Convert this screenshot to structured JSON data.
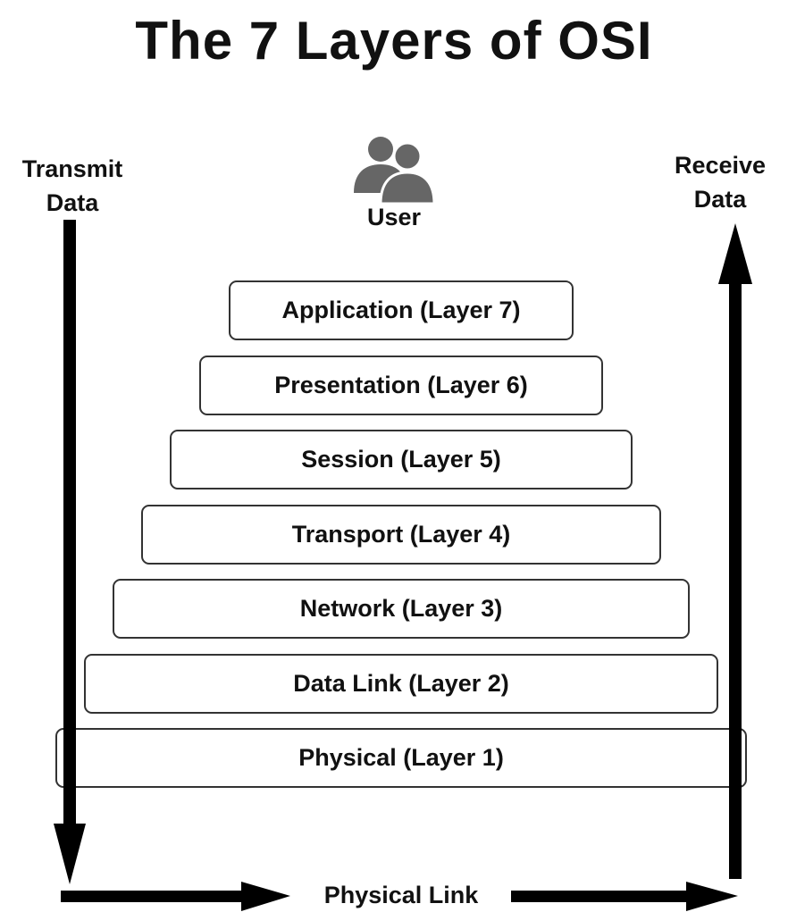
{
  "title": "The 7 Layers of OSI",
  "user": {
    "label": "User",
    "icon": "users-icon"
  },
  "left_arrow": {
    "label_line1": "Transmit",
    "label_line2": "Data"
  },
  "right_arrow": {
    "label_line1": "Receive",
    "label_line2": "Data"
  },
  "layers": [
    {
      "label": "Application (Layer 7)"
    },
    {
      "label": "Presentation (Layer 6)"
    },
    {
      "label": "Session (Layer 5)"
    },
    {
      "label": "Transport (Layer 4)"
    },
    {
      "label": "Network (Layer 3)"
    },
    {
      "label": "Data Link (Layer 2)"
    },
    {
      "label": "Physical (Layer 1)"
    }
  ],
  "bottom_link": {
    "label": "Physical Link"
  },
  "colors": {
    "text": "#111111",
    "icon": "#666666",
    "arrow": "#000000",
    "box_border": "#333333"
  }
}
